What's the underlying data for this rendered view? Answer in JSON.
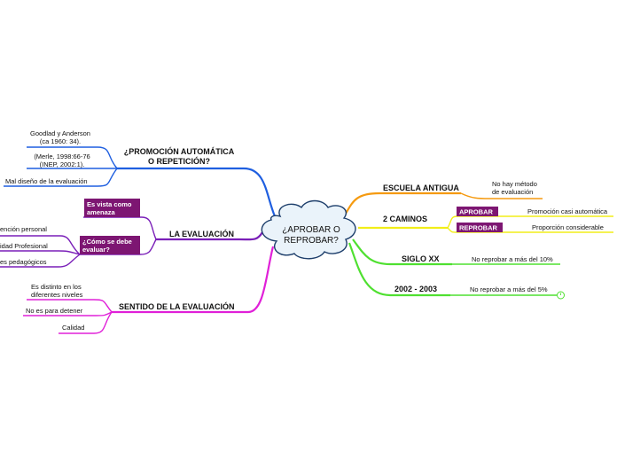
{
  "center": {
    "line1": "¿APROBAR O",
    "line2": "REPROBAR?"
  },
  "colors": {
    "blue": "#1f5fe0",
    "purple": "#7a1fb8",
    "magenta": "#e020d8",
    "orange": "#f59a10",
    "yellow": "#f2ee18",
    "green": "#4fe030",
    "tag": "#7d1672",
    "cloud_fill": "#eaf3fa",
    "cloud_stroke": "#1d3e6b"
  },
  "left": {
    "promocion": {
      "title1": "¿PROMOCIÓN AUTOMÁTICA",
      "title2": "O REPETICIÓN?",
      "items": [
        {
          "line1": "Goodlad y Anderson",
          "line2": "(ca 1960: 34)."
        },
        {
          "line1": "(Merle, 1998:66-76",
          "line2": "(INEP, 2002:1)."
        },
        {
          "line1": "Mal diseño de la evaluación"
        }
      ]
    },
    "evaluacion": {
      "title": "LA EVALUACIÓN",
      "tag1": {
        "line1": "Es vista como",
        "line2": "amenaza"
      },
      "tag2": {
        "line1": "¿Cómo se debe",
        "line2": "evaluar?"
      },
      "items": [
        "ención personal",
        "idad Profesional",
        "es pedagógicos"
      ]
    },
    "sentido": {
      "title": "SENTIDO DE LA EVALUACIÓN",
      "items": [
        {
          "line1": "Es distinto en los",
          "line2": "diferentes niveles"
        },
        {
          "line1": "No es para detener"
        },
        {
          "line1": "Calidad"
        }
      ]
    }
  },
  "right": {
    "escuela": {
      "title": "ESCUELA ANTIGUA",
      "item1": "No hay método",
      "item2": "de evaluación"
    },
    "caminos": {
      "title": "2 CAMINOS",
      "rows": [
        {
          "tag": "APROBAR",
          "text": "Promoción casi automática"
        },
        {
          "tag": "REPROBAR",
          "text": "Proporción considerable"
        }
      ]
    },
    "siglo": {
      "title": "SIGLO XX",
      "text": "No reprobar a más del 10%"
    },
    "anios": {
      "title": "2002 - 2003",
      "text": "No reprobar a más del 5%"
    }
  }
}
